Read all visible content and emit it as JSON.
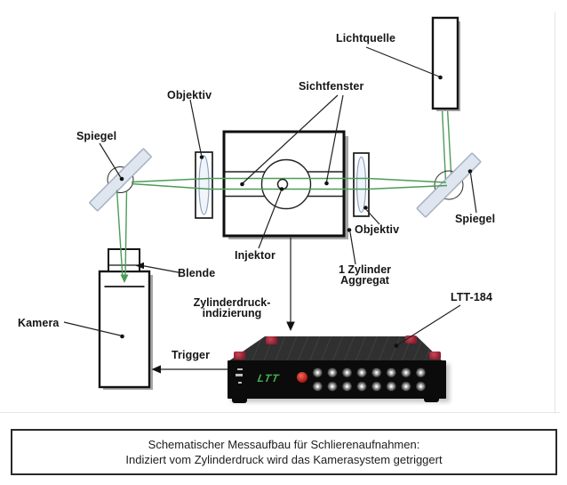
{
  "figure": {
    "labels": {
      "lichtquelle": "Lichtquelle",
      "objektiv_left": "Objektiv",
      "sichtfenster": "Sichtfenster",
      "spiegel_left": "Spiegel",
      "spiegel_right": "Spiegel",
      "objektiv_right": "Objektiv",
      "injektor": "Injektor",
      "aggregat_line1": "1 Zylinder",
      "aggregat_line2": "Aggregat",
      "blende": "Blende",
      "kamera": "Kamera",
      "zylinderdruck_line1": "Zylinderdruck-",
      "zylinderdruck_line2": "indizierung",
      "ltt184": "LTT-184",
      "trigger": "Trigger"
    },
    "device": {
      "logo": "LTT"
    },
    "caption": {
      "line1": "Schematischer Messaufbau für Schlierenaufnahmen:",
      "line2": "Indiziert vom Zylinderdruck wird das Kamerasystem getriggert"
    },
    "colors": {
      "beam_green": "#4d9b58",
      "mirror_fill": "#dfe6ef",
      "shadow_gray": "#a6a6a6",
      "device_accent": "#9c2433",
      "logo_green": "#43b14e"
    }
  }
}
